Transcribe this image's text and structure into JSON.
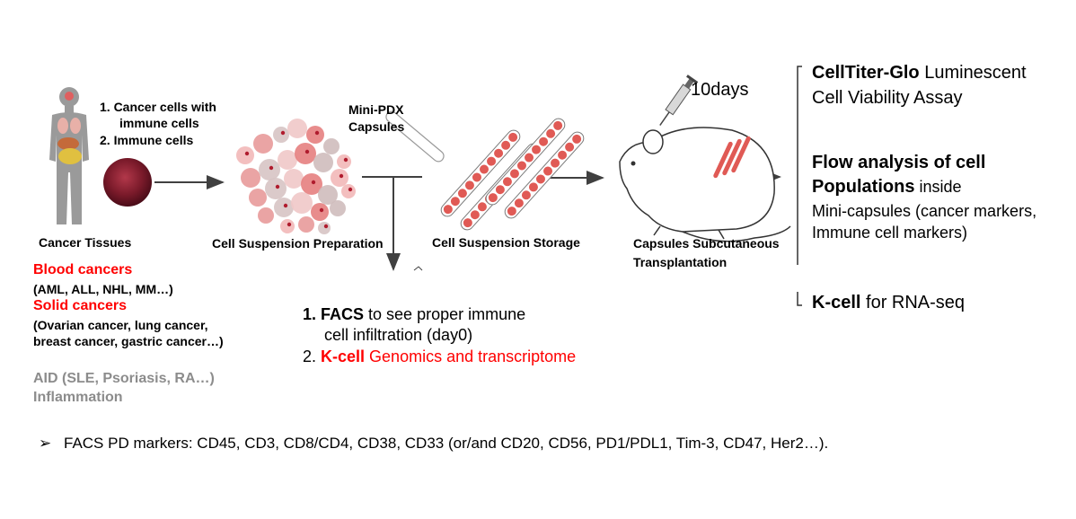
{
  "top_notes": {
    "cells_1": "1.  Cancer cells with",
    "cells_1b": "immune cells",
    "cells_2": "2. Immune cells",
    "mini_pdx_1": "Mini-PDX",
    "mini_pdx_2": "Capsules",
    "days": "10days"
  },
  "steps": {
    "tissues": "Cancer  Tissues",
    "prep": "Cell Suspension Preparation",
    "storage": "Cell Suspension Storage",
    "transplant_1": "Capsules Subcutaneous",
    "transplant_2": "Transplantation"
  },
  "sources": {
    "blood_title": "Blood cancers",
    "blood_list": "(AML, ALL, NHL, MM…)",
    "solid_title": "Solid cancers",
    "solid_list_1": "(Ovarian cancer, lung cancer,",
    "solid_list_2": "breast cancer, gastric cancer…)",
    "aid_1": "AID (SLE, Psoriasis, RA…)",
    "aid_2": "Inflammation"
  },
  "day0": {
    "line1_num": "1. ",
    "line1_bold": "FACS",
    "line1_rest": " to see proper immune",
    "line1b": "cell infiltration (day0)",
    "line2_num": "2. ",
    "line2_bold": "K-cell",
    "line2_rest": " Genomics and transcriptome"
  },
  "readouts": {
    "r1_bold": "CellTiter-Glo",
    "r1_rest": " Luminescent",
    "r1_line2": "Cell Viability Assay",
    "r2_bold1": "Flow analysis of cell",
    "r2_bold2": "Populations",
    "r2_rest": " inside",
    "r2_line3": "Mini-capsules (cancer markers,",
    "r2_line4": "Immune cell markers)",
    "r3_bold": "K-cell",
    "r3_rest": " for RNA-seq"
  },
  "footer": {
    "bullet": "➢",
    "text": "FACS PD markers: CD45, CD3, CD8/CD4, CD38, CD33 (or/and CD20, CD56, PD1/PDL1, Tim-3, CD47, Her2…)."
  },
  "colors": {
    "red": "#ff0000",
    "grey": "#8c8c8c",
    "arrow": "#404040",
    "capsule": "#e05a55"
  },
  "icons": [
    "human-body-icon",
    "tissue-sample-icon",
    "cell-cluster-icon",
    "capsule-tube-icon",
    "capsule-rack-icon",
    "syringe-icon",
    "mouse-icon"
  ]
}
